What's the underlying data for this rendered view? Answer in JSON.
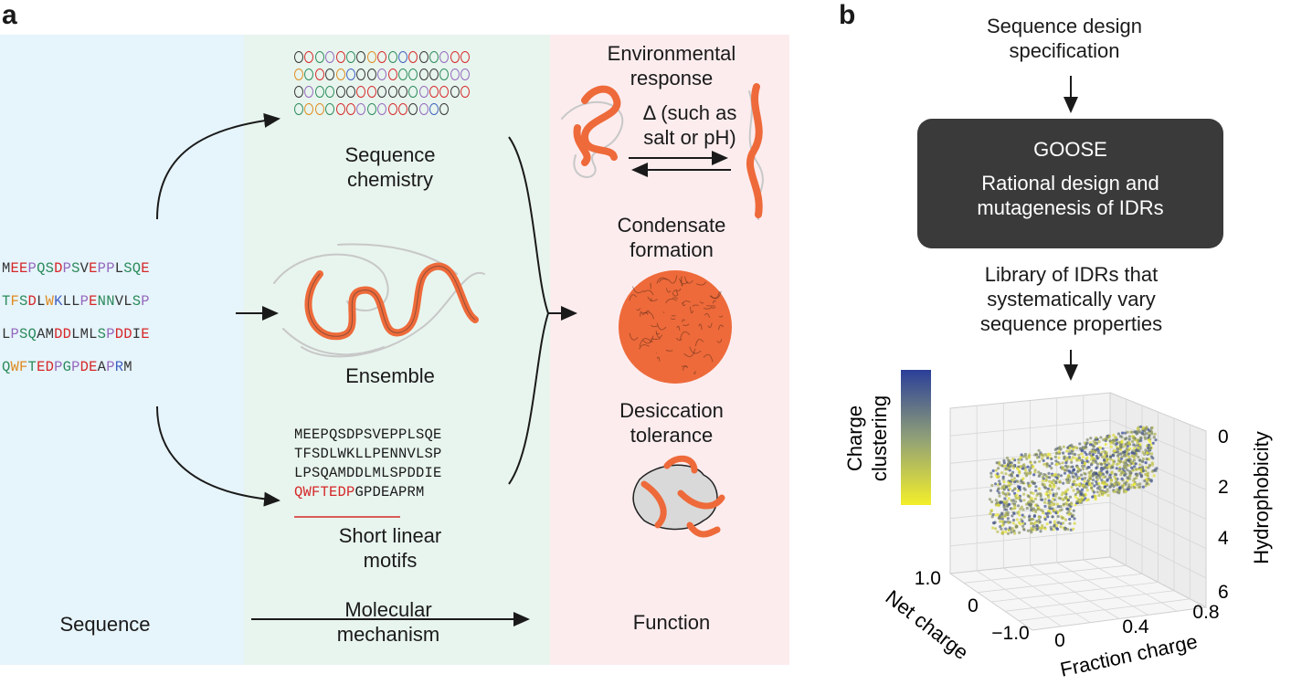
{
  "panel_a": {
    "letter": "a",
    "sequence_lines": [
      [
        [
          "M",
          "#333333"
        ],
        [
          "E",
          "#d62728"
        ],
        [
          "E",
          "#d62728"
        ],
        [
          "P",
          "#9467bd"
        ],
        [
          "Q",
          "#2a8a5a"
        ],
        [
          "S",
          "#2a8a5a"
        ],
        [
          "D",
          "#d62728"
        ],
        [
          "P",
          "#9467bd"
        ],
        [
          "S",
          "#2a8a5a"
        ],
        [
          "V",
          "#333333"
        ],
        [
          "E",
          "#d62728"
        ],
        [
          "P",
          "#9467bd"
        ],
        [
          "P",
          "#9467bd"
        ],
        [
          "L",
          "#333333"
        ],
        [
          "S",
          "#2a8a5a"
        ],
        [
          "Q",
          "#2a8a5a"
        ],
        [
          "E",
          "#d62728"
        ]
      ],
      [
        [
          "T",
          "#2a8a5a"
        ],
        [
          "F",
          "#e08a1e"
        ],
        [
          "S",
          "#2a8a5a"
        ],
        [
          "D",
          "#d62728"
        ],
        [
          "L",
          "#333333"
        ],
        [
          "W",
          "#e08a1e"
        ],
        [
          "K",
          "#3f5fbf"
        ],
        [
          "L",
          "#333333"
        ],
        [
          "L",
          "#333333"
        ],
        [
          "P",
          "#9467bd"
        ],
        [
          "E",
          "#d62728"
        ],
        [
          "N",
          "#2a8a5a"
        ],
        [
          "N",
          "#2a8a5a"
        ],
        [
          "V",
          "#333333"
        ],
        [
          "L",
          "#333333"
        ],
        [
          "S",
          "#2a8a5a"
        ],
        [
          "P",
          "#9467bd"
        ]
      ],
      [
        [
          "L",
          "#333333"
        ],
        [
          "P",
          "#9467bd"
        ],
        [
          "S",
          "#2a8a5a"
        ],
        [
          "Q",
          "#2a8a5a"
        ],
        [
          "A",
          "#333333"
        ],
        [
          "M",
          "#333333"
        ],
        [
          "D",
          "#d62728"
        ],
        [
          "D",
          "#d62728"
        ],
        [
          "L",
          "#333333"
        ],
        [
          "M",
          "#333333"
        ],
        [
          "L",
          "#333333"
        ],
        [
          "S",
          "#2a8a5a"
        ],
        [
          "P",
          "#9467bd"
        ],
        [
          "D",
          "#d62728"
        ],
        [
          "D",
          "#d62728"
        ],
        [
          "I",
          "#333333"
        ],
        [
          "E",
          "#d62728"
        ]
      ],
      [
        [
          "Q",
          "#2a8a5a"
        ],
        [
          "W",
          "#e08a1e"
        ],
        [
          "F",
          "#e08a1e"
        ],
        [
          "T",
          "#2a8a5a"
        ],
        [
          "E",
          "#d62728"
        ],
        [
          "D",
          "#d62728"
        ],
        [
          "P",
          "#9467bd"
        ],
        [
          "G",
          "#2a8a5a"
        ],
        [
          "P",
          "#9467bd"
        ],
        [
          "D",
          "#d62728"
        ],
        [
          "E",
          "#d62728"
        ],
        [
          "A",
          "#333333"
        ],
        [
          "P",
          "#9467bd"
        ],
        [
          "R",
          "#3f5fbf"
        ],
        [
          "M",
          "#333333"
        ]
      ]
    ],
    "chem_rows": [
      [
        "#333333",
        "#d62728",
        "#2a8a5a",
        "#9467bd",
        "#d62728",
        "#2a8a5a",
        "#333333",
        "#e08a1e",
        "#d62728",
        "#2a8a5a",
        "#3f5fbf",
        "#d62728",
        "#333333",
        "#2a8a5a",
        "#9467bd",
        "#d62728",
        "#d62728"
      ],
      [
        "#e08a1e",
        "#2a8a5a",
        "#d62728",
        "#333333",
        "#e08a1e",
        "#3f5fbf",
        "#333333",
        "#333333",
        "#9467bd",
        "#d62728",
        "#2a8a5a",
        "#2a8a5a",
        "#333333",
        "#333333",
        "#2a8a5a",
        "#9467bd",
        "#9467bd"
      ],
      [
        "#333333",
        "#9467bd",
        "#2a8a5a",
        "#2a8a5a",
        "#333333",
        "#333333",
        "#d62728",
        "#d62728",
        "#333333",
        "#333333",
        "#333333",
        "#2a8a5a",
        "#9467bd",
        "#d62728",
        "#d62728",
        "#333333",
        "#d62728"
      ],
      [
        "#2a8a5a",
        "#e08a1e",
        "#e08a1e",
        "#2a8a5a",
        "#d62728",
        "#d62728",
        "#9467bd",
        "#2a8a5a",
        "#9467bd",
        "#d62728",
        "#d62728",
        "#333333",
        "#9467bd",
        "#3f5fbf",
        "#333333"
      ]
    ],
    "motif_lines": [
      "MEEPQSDPSVEPPLSQE",
      "TFSDLWKLLPENNVLSP",
      "LPSQAMDDLMLSPDDIE"
    ],
    "motif_highlight": "QWFTEDP",
    "motif_rest": "GPDEAPRM",
    "labels": {
      "sequence_chemistry": [
        "Sequence",
        "chemistry"
      ],
      "ensemble": "Ensemble",
      "short_linear_motifs": [
        "Short linear",
        "motifs"
      ],
      "environmental_response": [
        "Environmental",
        "response"
      ],
      "delta_text": [
        "Δ (such as",
        "salt or pH)"
      ],
      "condensate_formation": [
        "Condensate",
        "formation"
      ],
      "desiccation_tolerance": [
        "Desiccation",
        "tolerance"
      ],
      "sequence": "Sequence",
      "molecular_mechanism": [
        "Molecular",
        "mechanism"
      ],
      "function": "Function"
    },
    "colors": {
      "sequence_bg": "#e6f4fb",
      "mechanism_bg": "#e8f5ee",
      "function_bg": "#fcecee",
      "chain": "#ee6a3a"
    }
  },
  "panel_b": {
    "letter": "b",
    "spec_text": [
      "Sequence design",
      "specification"
    ],
    "goose_title": "GOOSE",
    "goose_subtitle": [
      "Rational design and",
      "mutagenesis of IDRs"
    ],
    "library_text": [
      "Library of IDRs that",
      "systematically vary",
      "sequence properties"
    ],
    "colorbar_label": [
      "Charge",
      "clustering"
    ],
    "colors": {
      "goose_box": "#3a3a3a",
      "cbar_top": "#2b3f99",
      "cbar_bottom": "#f3ef2a"
    }
  },
  "chart_data": {
    "type": "scatter",
    "dimensions": 3,
    "x_label": "Fraction charge",
    "x_ticks": [
      "0",
      "0.4",
      "0.8"
    ],
    "y_label": "Net charge",
    "y_ticks": [
      "1.0",
      "0",
      "−1.0"
    ],
    "z_label": "Hydrophobicity",
    "z_ticks": [
      "0",
      "2",
      "4",
      "6"
    ],
    "z_inverted": true,
    "color_label": "Charge clustering",
    "colormap": [
      "#2b3f99",
      "#f3ef2a"
    ],
    "grid": true
  }
}
